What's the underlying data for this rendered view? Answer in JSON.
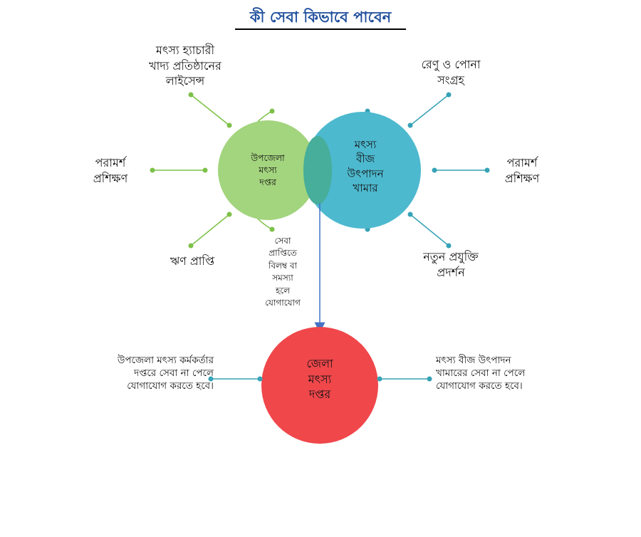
{
  "title": "কী সেবা কিভাবে পাবেন",
  "colors": {
    "title": "#1f4e9c",
    "upazila_circle": "#a3d47e",
    "hatchery_circle": "#4db9cf",
    "overlap": "#46ae9a",
    "district_circle": "#f0474b",
    "green_lines": "#7dc148",
    "teal_lines": "#36a2b6",
    "arrow": "#4472c4",
    "district_lines": "#36a2b6"
  },
  "nodes": {
    "upazila": "উপজেলা\nমৎস্য\nদপ্তর",
    "hatchery": "মৎস্য\nবীজ\nউৎপাদন\nখামার",
    "district": "জেলা\nমৎস্য\nদপ্তর"
  },
  "upazila_services": {
    "license": "মৎস্য হ্যাচারী\nখাদ্য প্রতিষ্ঠানের\nলাইসেন্স",
    "advice": "পরামর্শ\nপ্রশিক্ষণ",
    "loan": "ঋণ প্রাপ্তি"
  },
  "hatchery_services": {
    "collection": "রেণু ও পোনা\nসংগ্রহ",
    "advice": "পরামর্শ\nপ্রশিক্ষণ",
    "technology": "নতুন প্রযুক্তি\nপ্রদর্শন"
  },
  "arrow_label": "সেবা\nপ্রাপ্তিতে\nবিলম্ব বা\nসমস্যা\nহলে\nযোগাযোগ",
  "district_notes": {
    "left": "উপজেলা মৎস্য কর্মকর্তার\nদপ্তরে সেবা না পেলে\nযোগাযোগ করতে হবে।",
    "right": "মৎস্য বীজ উৎপাদন\nখামারের সেবা না পেলে\nযোগাযোগ করতে হবে।"
  }
}
